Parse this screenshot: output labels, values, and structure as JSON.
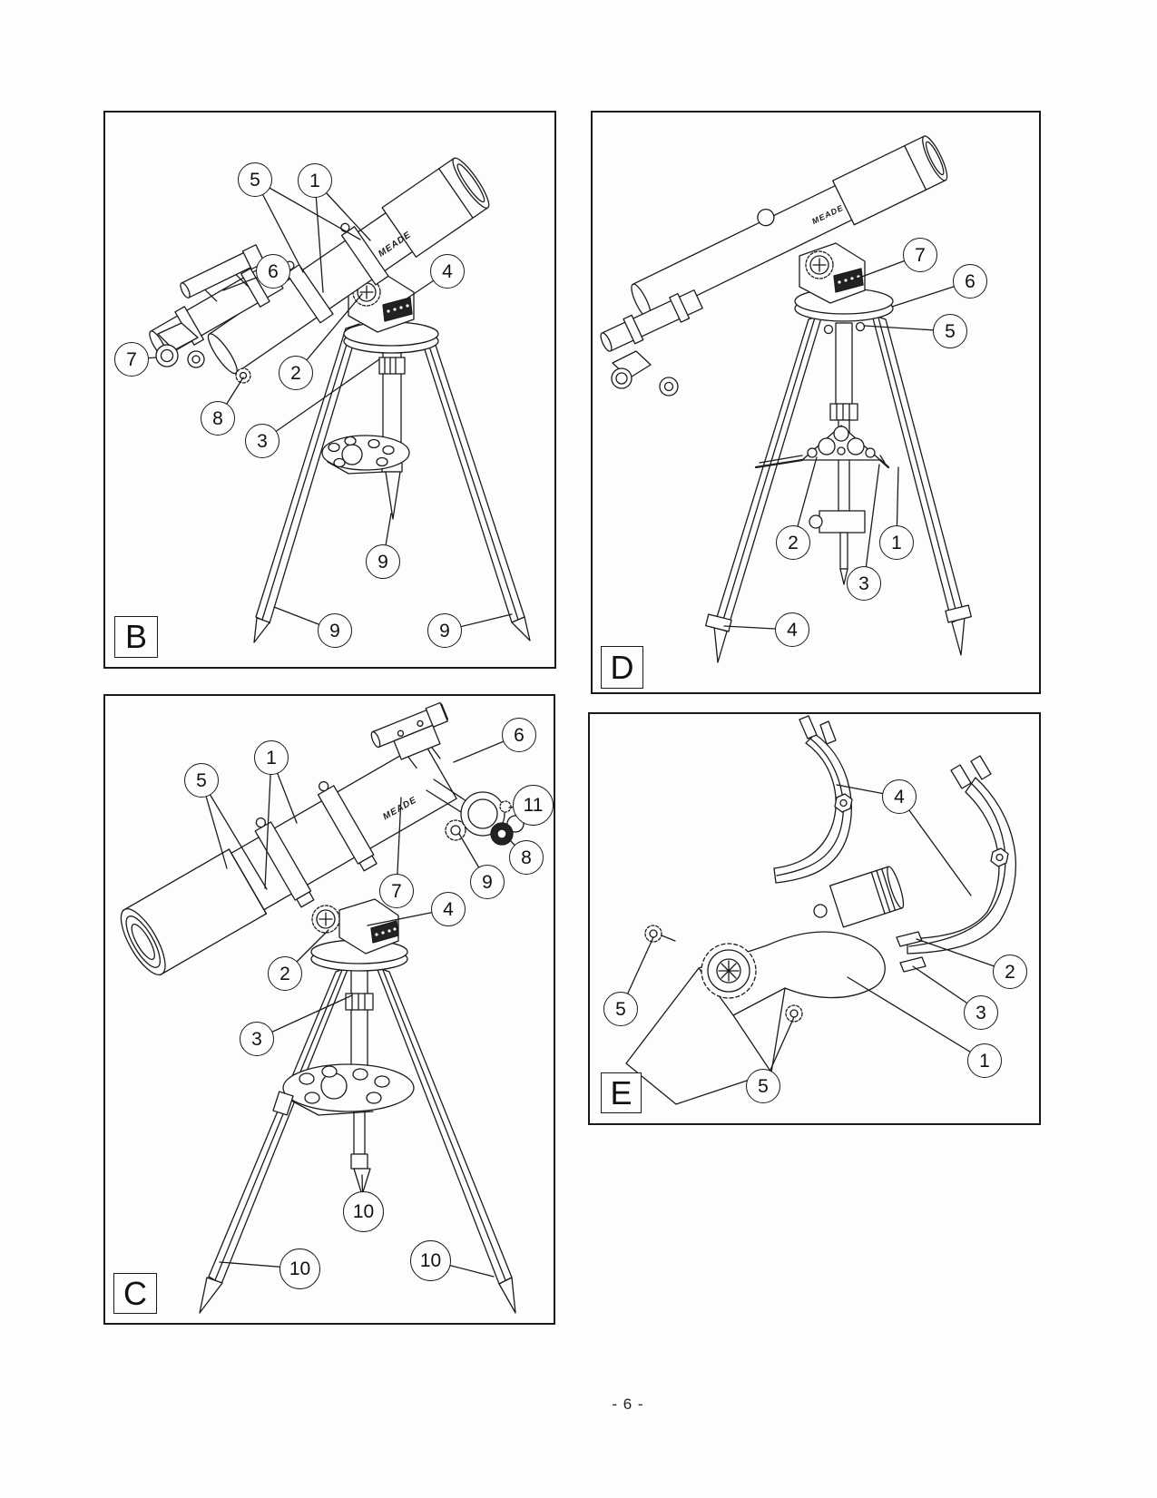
{
  "page": {
    "footer_label": "- 6 -"
  },
  "brand_label": "MEADE",
  "panels": {
    "B": {
      "label": "B",
      "callouts": [
        {
          "n": "5"
        },
        {
          "n": "1"
        },
        {
          "n": "6"
        },
        {
          "n": "4"
        },
        {
          "n": "7"
        },
        {
          "n": "2"
        },
        {
          "n": "8"
        },
        {
          "n": "3"
        },
        {
          "n": "9"
        },
        {
          "n": "9"
        },
        {
          "n": "9"
        }
      ]
    },
    "D": {
      "label": "D",
      "callouts": [
        {
          "n": "7"
        },
        {
          "n": "6"
        },
        {
          "n": "5"
        },
        {
          "n": "2"
        },
        {
          "n": "1"
        },
        {
          "n": "3"
        },
        {
          "n": "4"
        }
      ]
    },
    "C": {
      "label": "C",
      "callouts": [
        {
          "n": "5"
        },
        {
          "n": "1"
        },
        {
          "n": "6"
        },
        {
          "n": "11"
        },
        {
          "n": "8"
        },
        {
          "n": "9"
        },
        {
          "n": "7"
        },
        {
          "n": "4"
        },
        {
          "n": "2"
        },
        {
          "n": "3"
        },
        {
          "n": "10"
        },
        {
          "n": "10"
        },
        {
          "n": "10"
        }
      ]
    },
    "E": {
      "label": "E",
      "callouts": [
        {
          "n": "4"
        },
        {
          "n": "2"
        },
        {
          "n": "3"
        },
        {
          "n": "1"
        },
        {
          "n": "5"
        },
        {
          "n": "5"
        }
      ]
    }
  }
}
